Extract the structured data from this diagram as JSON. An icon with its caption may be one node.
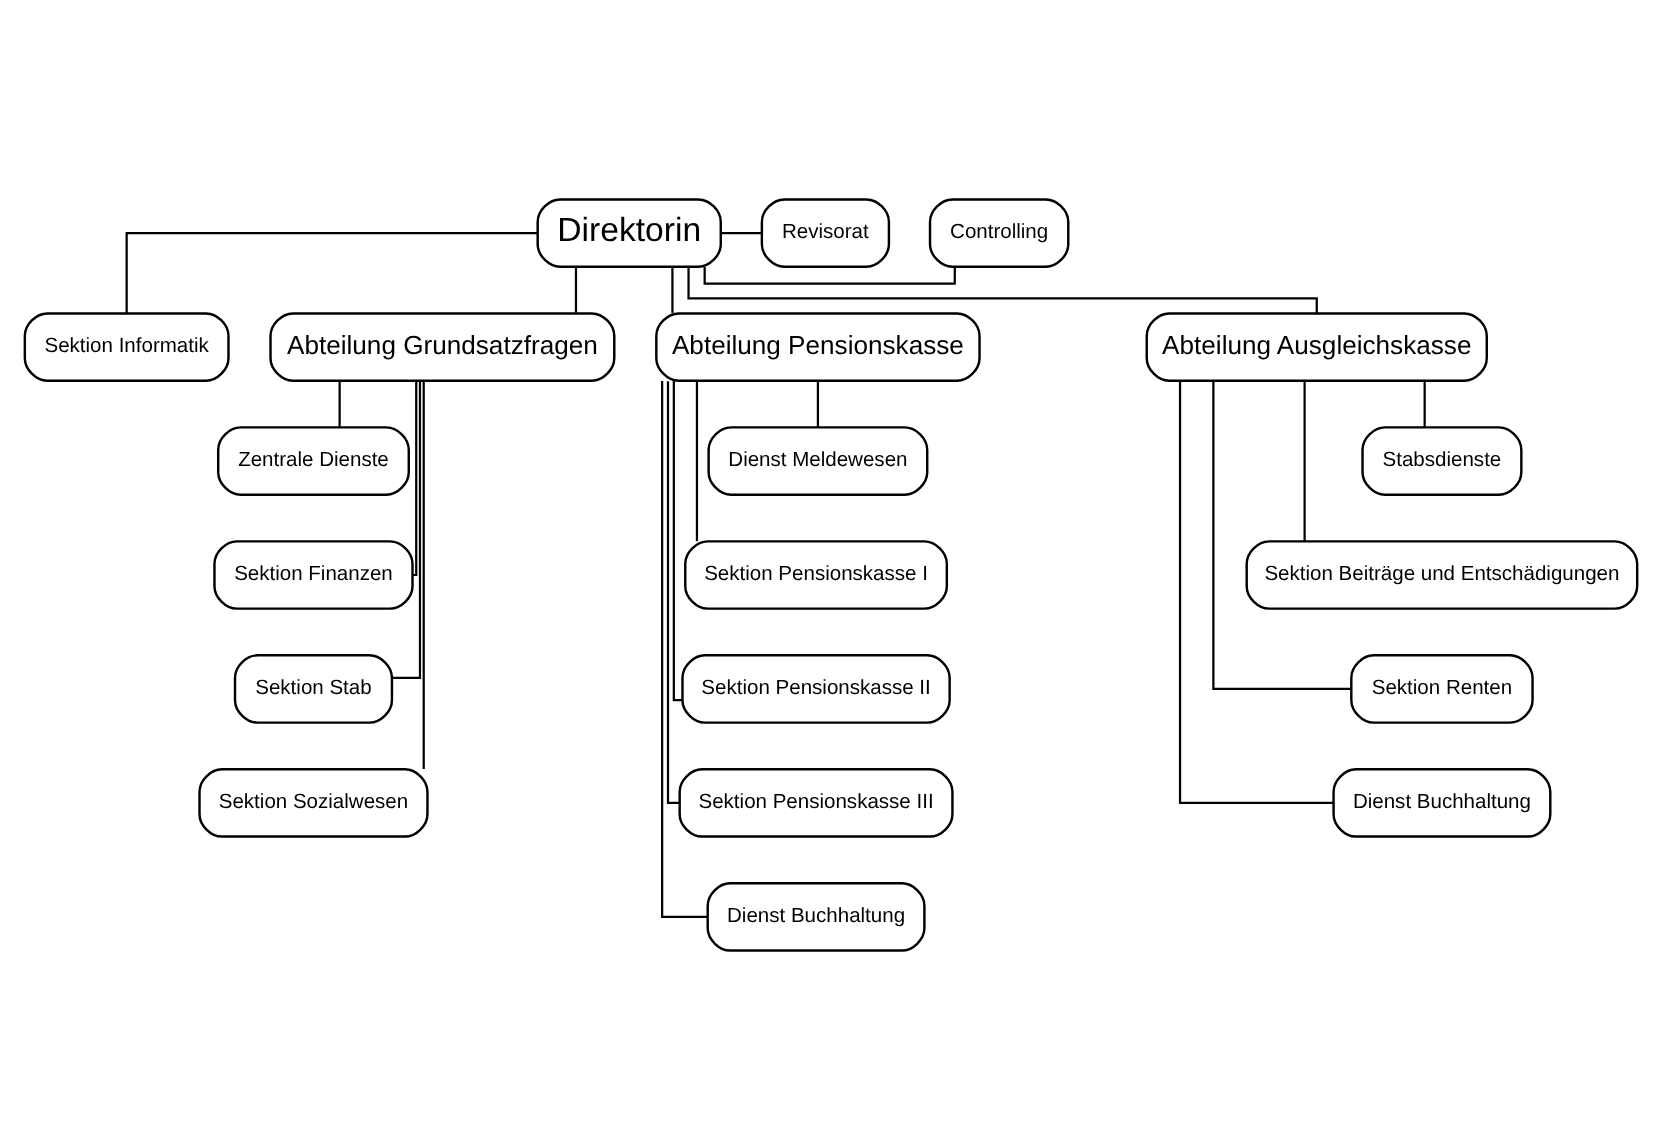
{
  "diagram": {
    "nodes": [
      {
        "text": [
          "Controlling"
        ]
      },
      {
        "text": [
          "Direktorin"
        ]
      },
      {
        "text": [
          "Revisorat"
        ]
      },
      {
        "text": [
          "Sektion Informatik"
        ]
      },
      {
        "text": [
          "Abteilung Grundsatzfragen"
        ]
      },
      {
        "text": [
          "Abteilung Pensionskasse"
        ]
      },
      {
        "text": [
          "Abteilung Ausgleichskasse"
        ]
      },
      {
        "text": [
          "Zentrale Dienste"
        ]
      },
      {
        "text": [
          "Sektion Finanzen"
        ]
      },
      {
        "text": [
          "Sektion Stab"
        ]
      },
      {
        "text": [
          "Sektion Sozialwesen"
        ]
      },
      {
        "text": [
          "Dienst Meldewesen"
        ]
      },
      {
        "text": [
          "Sektion Pensionskasse I"
        ]
      },
      {
        "text": [
          "Sektion Pensionskasse II"
        ]
      },
      {
        "text": [
          "Sektion Pensionskasse III"
        ]
      },
      {
        "text": [
          "Dienst Buchhaltung"
        ]
      },
      {
        "text": [
          "Stabsdienste"
        ]
      },
      {
        "text": [
          "Sektion Beiträge und Entschädigungen"
        ]
      },
      {
        "text": [
          "Sektion Renten"
        ]
      },
      {
        "text": [
          "Dienst Buchhaltung"
        ]
      }
    ],
    "edges": [
      {
        "from": 1,
        "to": 0,
        "arrow": "none"
      },
      {
        "from": 1,
        "to": 2,
        "arrow": "none"
      },
      {
        "from": 1,
        "to": 3,
        "arrow": "none"
      },
      {
        "from": 1,
        "to": 4,
        "arrow": "none"
      },
      {
        "from": 1,
        "to": 5,
        "arrow": "none"
      },
      {
        "from": 1,
        "to": 6,
        "arrow": "none"
      },
      {
        "from": 4,
        "to": 7,
        "arrow": "none"
      },
      {
        "from": 4,
        "to": 8,
        "arrow": "none"
      },
      {
        "from": 4,
        "to": 9,
        "arrow": "none"
      },
      {
        "from": 4,
        "to": 10,
        "arrow": "none"
      },
      {
        "from": 5,
        "to": 11,
        "arrow": "none"
      },
      {
        "from": 5,
        "to": 12,
        "arrow": "none"
      },
      {
        "from": 5,
        "to": 13,
        "arrow": "none"
      },
      {
        "from": 5,
        "to": 14,
        "arrow": "none"
      },
      {
        "from": 5,
        "to": 15,
        "arrow": "none"
      },
      {
        "from": 6,
        "to": 16,
        "arrow": "none"
      },
      {
        "from": 6,
        "to": 17,
        "arrow": "none"
      },
      {
        "from": 6,
        "to": 18,
        "arrow": "none"
      },
      {
        "from": 6,
        "to": 19,
        "arrow": "none"
      }
    ]
  }
}
